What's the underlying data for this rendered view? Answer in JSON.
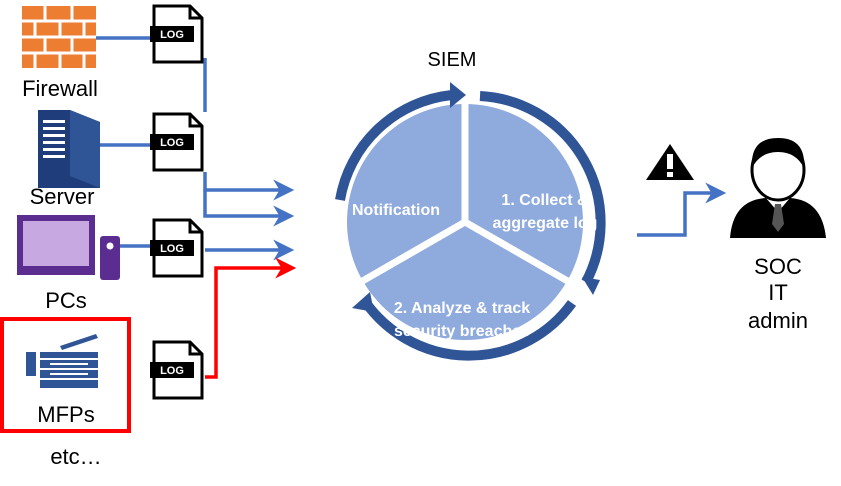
{
  "sources": {
    "firewall": "Firewall",
    "server": "Server",
    "pcs": "PCs",
    "mfps": "MFPs",
    "etc": "etc…"
  },
  "log_label": "LOG",
  "siem": {
    "title": "SIEM",
    "step_notification": "Notification",
    "step_collect_line1": "1. Collect &",
    "step_collect_line2": "aggregate log",
    "step_analyze_line1": "2. Analyze & track",
    "step_analyze_line2": "security breaches"
  },
  "admin": {
    "line1": "SOC",
    "line2": "IT",
    "line3": "admin"
  },
  "colors": {
    "blue_line": "#4472c4",
    "ring": "#2f5597",
    "pie": "#8faadc",
    "highlight": "#ff0000"
  }
}
